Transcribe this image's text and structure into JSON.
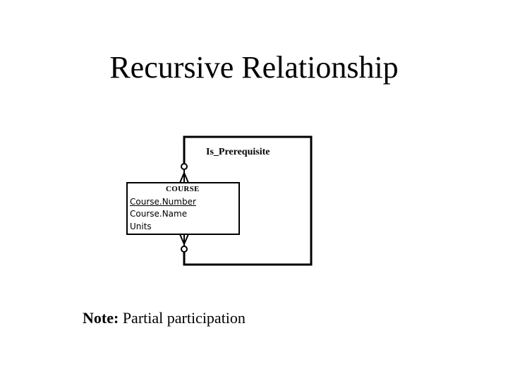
{
  "slide": {
    "title": "Recursive Relationship"
  },
  "relationship": {
    "name": "Is_Prerequisite"
  },
  "entity": {
    "name": "COURSE",
    "primary_key": "Course.Number",
    "attributes": [
      "Course.Name",
      "Units"
    ]
  },
  "note": {
    "label": "Note:",
    "text": " Partial participation"
  },
  "colors": {
    "foreground": "#000000",
    "background": "#ffffff"
  }
}
